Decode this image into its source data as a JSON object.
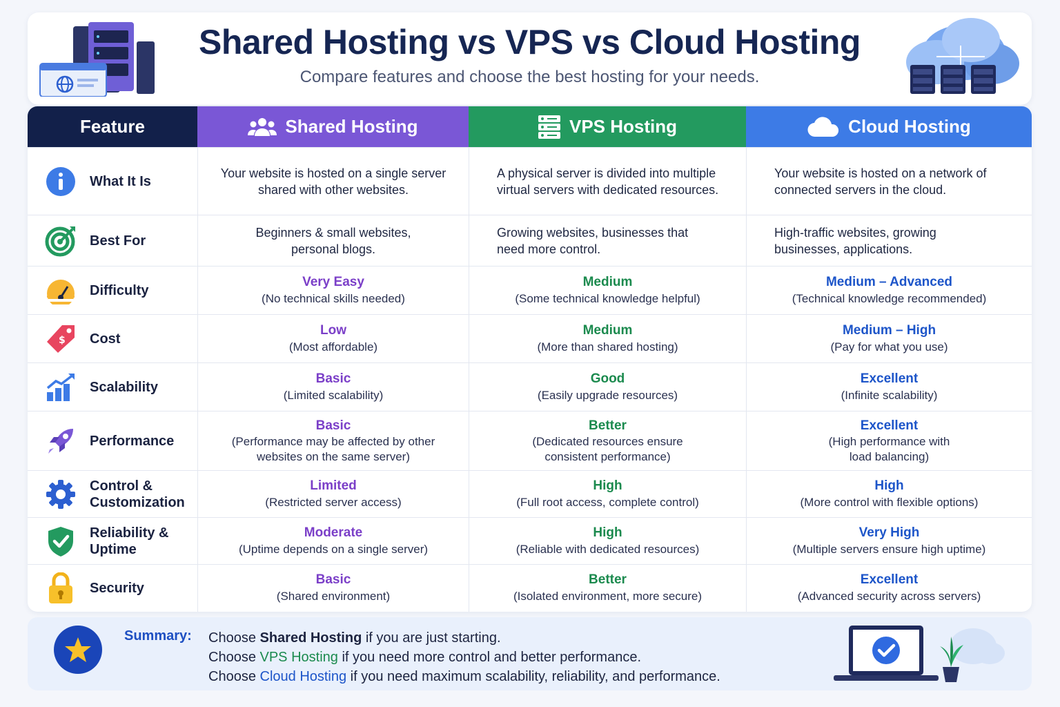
{
  "header": {
    "title": "Shared Hosting vs VPS vs Cloud Hosting",
    "subtitle": "Compare features and choose the best hosting for your needs."
  },
  "columns": {
    "feature": "Feature",
    "shared": "Shared Hosting",
    "vps": "VPS Hosting",
    "cloud": "Cloud Hosting"
  },
  "rows": [
    {
      "feature": "What It Is",
      "icon": "info-icon",
      "shared": {
        "level": "",
        "text": "Your website is hosted on a single server shared with other websites."
      },
      "vps": {
        "level": "",
        "text": "A physical server is divided into multiple virtual servers with dedicated resources."
      },
      "cloud": {
        "level": "",
        "text": "Your website is hosted on a network of connected servers in the cloud."
      }
    },
    {
      "feature": "Best For",
      "icon": "target-icon",
      "shared": {
        "level": "",
        "text": "Beginners & small websites, personal blogs."
      },
      "vps": {
        "level": "",
        "text": "Growing websites, businesses that need more control."
      },
      "cloud": {
        "level": "",
        "text": "High-traffic websites, growing businesses, applications."
      }
    },
    {
      "feature": "Difficulty",
      "icon": "gauge-icon",
      "shared": {
        "level": "Very Easy",
        "text": "(No technical skills needed)"
      },
      "vps": {
        "level": "Medium",
        "text": "(Some technical knowledge helpful)"
      },
      "cloud": {
        "level": "Medium – Advanced",
        "text": "(Technical knowledge recommended)"
      }
    },
    {
      "feature": "Cost",
      "icon": "price-tag-icon",
      "shared": {
        "level": "Low",
        "text": "(Most affordable)"
      },
      "vps": {
        "level": "Medium",
        "text": "(More than shared hosting)"
      },
      "cloud": {
        "level": "Medium – High",
        "text": "(Pay for what you use)"
      }
    },
    {
      "feature": "Scalability",
      "icon": "growth-chart-icon",
      "shared": {
        "level": "Basic",
        "text": "(Limited scalability)"
      },
      "vps": {
        "level": "Good",
        "text": "(Easily upgrade resources)"
      },
      "cloud": {
        "level": "Excellent",
        "text": "(Infinite scalability)"
      }
    },
    {
      "feature": "Performance",
      "icon": "rocket-icon",
      "shared": {
        "level": "Basic",
        "text": "(Performance may be affected by other websites on the same server)"
      },
      "vps": {
        "level": "Better",
        "text": "(Dedicated resources ensure consistent performance)"
      },
      "cloud": {
        "level": "Excellent",
        "text": "(High performance with load balancing)"
      }
    },
    {
      "feature": "Control & Customization",
      "icon": "gear-icon",
      "shared": {
        "level": "Limited",
        "text": "(Restricted server access)"
      },
      "vps": {
        "level": "High",
        "text": "(Full root access, complete control)"
      },
      "cloud": {
        "level": "High",
        "text": "(More control with flexible options)"
      }
    },
    {
      "feature": "Reliability & Uptime",
      "icon": "shield-check-icon",
      "shared": {
        "level": "Moderate",
        "text": "(Uptime depends on a single server)"
      },
      "vps": {
        "level": "High",
        "text": "(Reliable with dedicated resources)"
      },
      "cloud": {
        "level": "Very High",
        "text": "(Multiple servers ensure high uptime)"
      }
    },
    {
      "feature": "Security",
      "icon": "lock-icon",
      "shared": {
        "level": "Basic",
        "text": "(Shared environment)"
      },
      "vps": {
        "level": "Better",
        "text": "(Isolated environment, more secure)"
      },
      "cloud": {
        "level": "Excellent",
        "text": "(Advanced security across servers)"
      }
    }
  ],
  "summary": {
    "label": "Summary:",
    "line1_pre": "Choose ",
    "line1_bold": "Shared Hosting",
    "line1_post": " if you are just starting.",
    "line2_pre": "Choose ",
    "line2_bold": "VPS Hosting",
    "line2_post": " if you need more control and better performance.",
    "line3_pre": "Choose ",
    "line3_bold": "Cloud Hosting",
    "line3_post": " if you need maximum scalability, reliability, and performance."
  },
  "colors": {
    "feature_header": "#12204a",
    "shared": "#7a57d6",
    "vps": "#239a5f",
    "cloud": "#3d7be6"
  }
}
